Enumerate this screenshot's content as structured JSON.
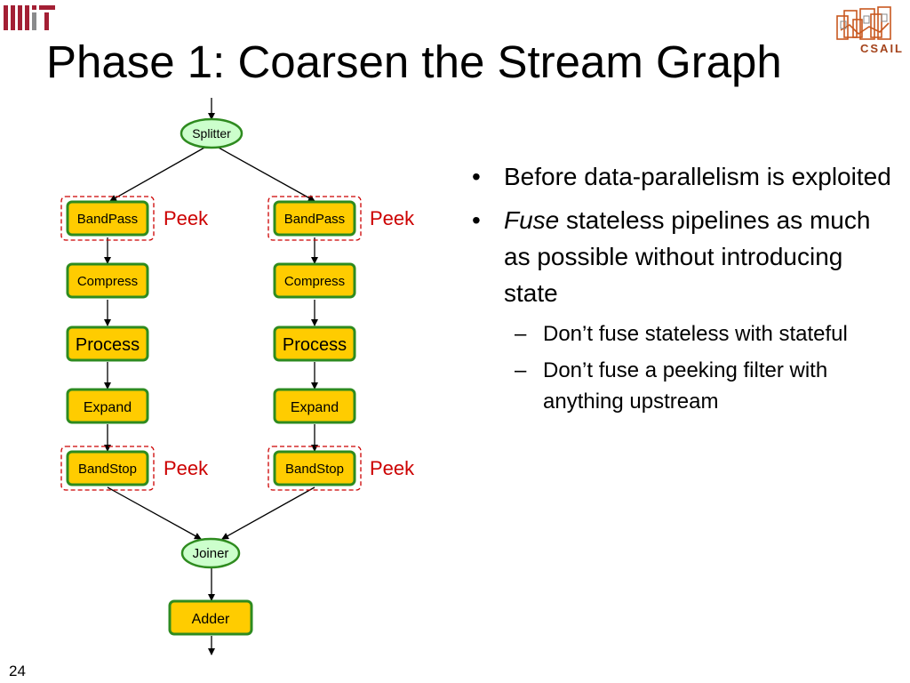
{
  "slide": {
    "title": "Phase 1: Coarsen the Stream Graph",
    "number": "24",
    "logos": {
      "left": "mit-logo",
      "right": "csail-logo",
      "right_text": "CSAIL"
    }
  },
  "colors": {
    "filter_fill": "#ffcc00",
    "filter_border": "#2e8b1f",
    "splitjoin_fill": "#ccffcc",
    "peek_text": "#cc0000",
    "peek_border": "#cc0000",
    "mit_red": "#a31f34",
    "csail_orange": "#c8581f"
  },
  "diagram": {
    "splitter": "Splitter",
    "joiner": "Joiner",
    "adder": "Adder",
    "peek_label": "Peek",
    "branches": [
      {
        "filters": [
          "BandPass",
          "Compress",
          "Process",
          "Expand",
          "BandStop"
        ],
        "peeking": [
          "BandPass",
          "BandStop"
        ]
      },
      {
        "filters": [
          "BandPass",
          "Compress",
          "Process",
          "Expand",
          "BandStop"
        ],
        "peeking": [
          "BandPass",
          "BandStop"
        ]
      }
    ]
  },
  "bullets": [
    {
      "text": "Before data-parallelism is exploited"
    },
    {
      "emphasis": "Fuse",
      "text": " stateless pipelines as much as possible without introducing state"
    }
  ],
  "sub_bullets": [
    "Don’t fuse stateless with stateful",
    "Don’t fuse a peeking filter with anything upstream"
  ]
}
